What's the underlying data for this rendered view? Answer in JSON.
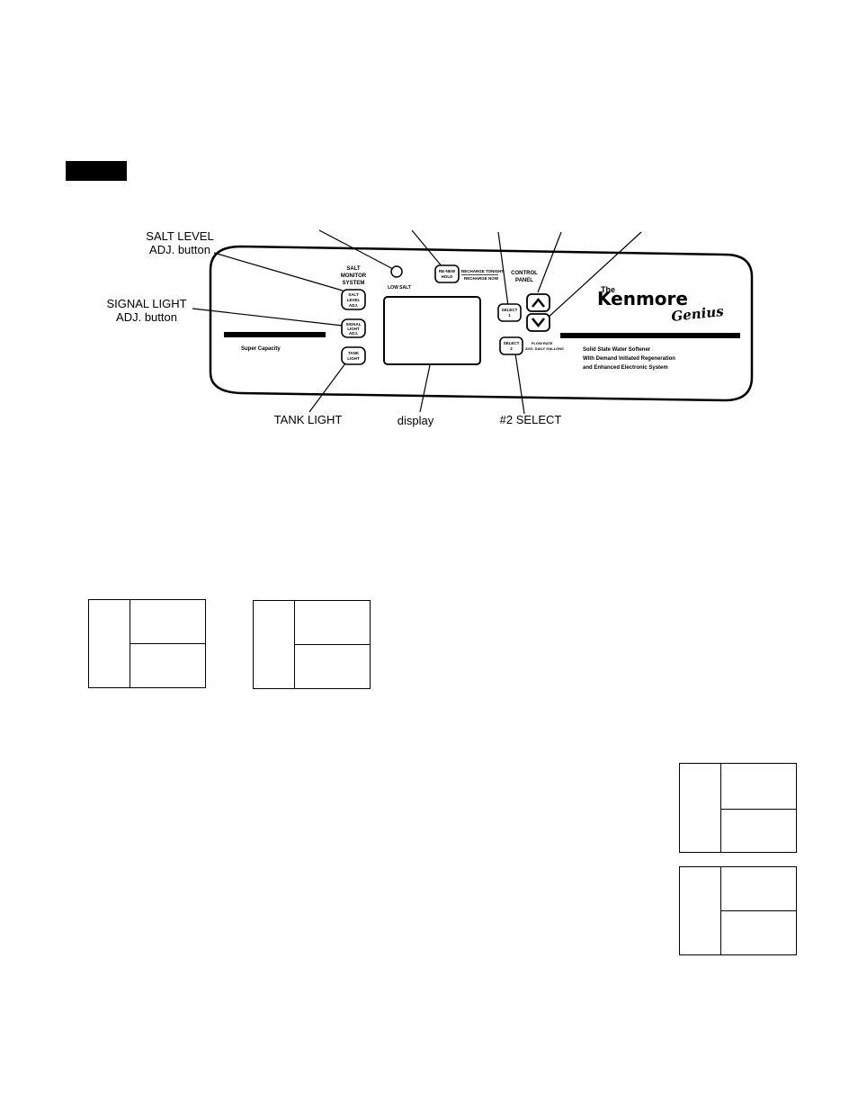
{
  "callouts": {
    "salt_level_adj_line1": "SALT LEVEL",
    "salt_level_adj_line2": "ADJ. button",
    "signal_light_adj_line1": "SIGNAL LIGHT",
    "signal_light_adj_line2": "ADJ. button",
    "tank_light": "TANK LIGHT",
    "display": "display",
    "select_2": "#2 SELECT"
  },
  "panel": {
    "salt_monitor_system": [
      "SALT",
      "MONITOR",
      "SYSTEM"
    ],
    "low_salt": "LOW SALT",
    "salt_level_btn": [
      "SALT",
      "LEVEL",
      "ADJ."
    ],
    "signal_light_btn": [
      "SIGNAL",
      "LIGHT",
      "ADJ."
    ],
    "tank_light_btn": [
      "TANK",
      "LIGHT"
    ],
    "recharge_btn": [
      "RE-NEW",
      "HOLD"
    ],
    "recharge_tonight": "RECHARGE TONIGHT",
    "recharge_now": "RECHARGE NOW",
    "control_panel": [
      "CONTROL",
      "PANEL"
    ],
    "select_1_btn": [
      "SELECT",
      "1"
    ],
    "select_2_btn": [
      "SELECT",
      "2"
    ],
    "flow_rate": [
      "FLOW RATE",
      "AVG. DAILY GALLONS"
    ],
    "super_capacity": "Super Capacity",
    "brand_the": "The",
    "brand_kenmore": "Kenmore",
    "brand_genius": "Genius",
    "description": [
      "Solid State Water Softener",
      "With Demand Initiated Regeneration",
      "and Enhanced Electronic System"
    ]
  },
  "colors": {
    "ink": "#000000",
    "paper": "#ffffff"
  }
}
